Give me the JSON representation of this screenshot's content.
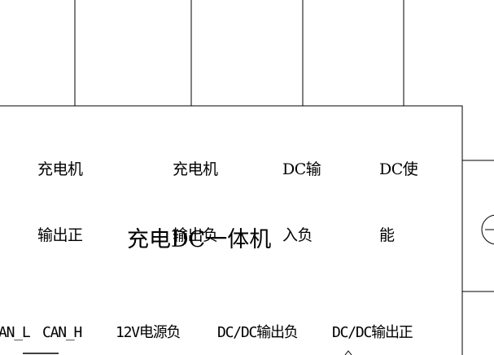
{
  "diagram": {
    "box_title": "充电DC一体机",
    "top_labels": [
      {
        "line1": "充电机",
        "line2": "输出正"
      },
      {
        "line1": "充电机",
        "line2": "输出负"
      },
      {
        "line1": "DC输",
        "line2": "入负"
      },
      {
        "line1": "DC使",
        "line2": "能"
      }
    ],
    "bottom_labels": [
      "AN_L",
      "CAN_H",
      "12V电源负",
      "DC/DC输出负",
      "DC/DC输出正"
    ]
  }
}
